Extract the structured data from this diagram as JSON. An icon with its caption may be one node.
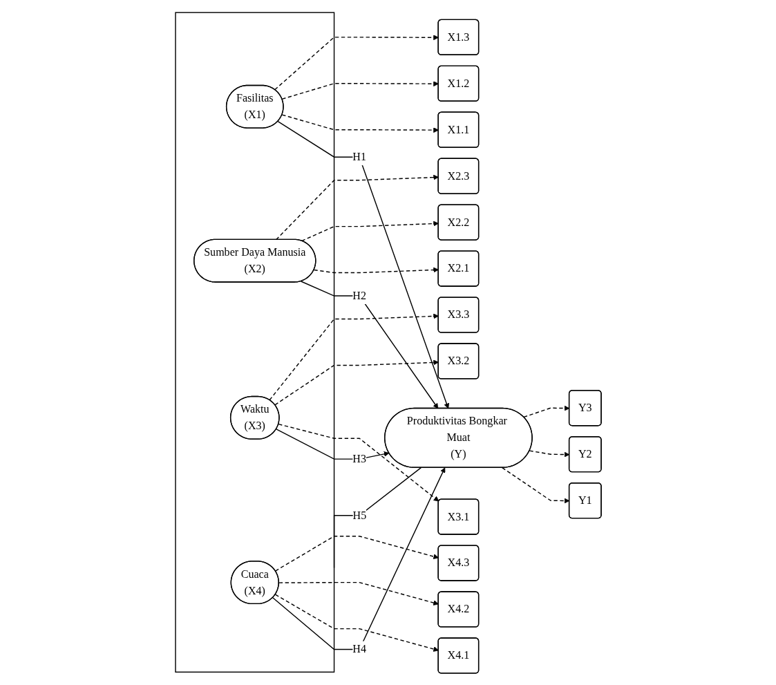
{
  "diagram": {
    "nodes": [
      {
        "text": [],
        "shape": "box"
      },
      {
        "text": [
          "Fasilitas",
          "(X1)"
        ],
        "in": 0
      },
      {
        "text": [
          "Sumber Daya Manusia",
          "(X2)"
        ],
        "in": 0
      },
      {
        "text": [
          "Waktu",
          "(X3)"
        ],
        "in": 0
      },
      {
        "text": [
          "Cuaca",
          "(X4)"
        ],
        "in": 0
      },
      {
        "text": [
          "Produktivitas Bongkar Muat",
          "(Y)"
        ]
      },
      {
        "text": [
          "X1.1"
        ]
      },
      {
        "text": [
          "X1.2"
        ]
      },
      {
        "text": [
          "X1.3"
        ]
      },
      {
        "text": [
          "X2.1"
        ]
      },
      {
        "text": [
          "X2.2"
        ]
      },
      {
        "text": [
          "X2.3"
        ]
      },
      {
        "text": [
          "X3.1"
        ]
      },
      {
        "text": [
          "X3.2"
        ]
      },
      {
        "text": [
          "X3.3"
        ]
      },
      {
        "text": [
          "X4.1"
        ]
      },
      {
        "text": [
          "X4.2"
        ]
      },
      {
        "text": [
          "X4.3"
        ]
      },
      {
        "text": [
          "Y1"
        ]
      },
      {
        "text": [
          "Y2"
        ]
      },
      {
        "text": [
          "Y3"
        ]
      }
    ],
    "edges": [
      {
        "from": 1,
        "to": 5,
        "arrow": "to",
        "label": "H1"
      },
      {
        "from": 2,
        "to": 5,
        "arrow": "to",
        "label": "H2"
      },
      {
        "from": 3,
        "to": 5,
        "arrow": "to",
        "label": "H3"
      },
      {
        "from": 4,
        "to": 5,
        "arrow": "to",
        "label": "H4"
      },
      {
        "from": 0,
        "to": 5,
        "arrow": "none",
        "label": "H5"
      },
      {
        "from": 1,
        "to": 6,
        "arrow": "to",
        "style": "dashed"
      },
      {
        "from": 1,
        "to": 7,
        "arrow": "to",
        "style": "dashed"
      },
      {
        "from": 1,
        "to": 8,
        "arrow": "to",
        "style": "dashed"
      },
      {
        "from": 2,
        "to": 9,
        "arrow": "to",
        "style": "dashed"
      },
      {
        "from": 2,
        "to": 10,
        "arrow": "to",
        "style": "dashed"
      },
      {
        "from": 2,
        "to": 11,
        "arrow": "to",
        "style": "dashed"
      },
      {
        "from": 3,
        "to": 12,
        "arrow": "to",
        "style": "dashed"
      },
      {
        "from": 3,
        "to": 13,
        "arrow": "to",
        "style": "dashed"
      },
      {
        "from": 3,
        "to": 14,
        "arrow": "to",
        "style": "dashed"
      },
      {
        "from": 4,
        "to": 15,
        "arrow": "to",
        "style": "dashed"
      },
      {
        "from": 4,
        "to": 16,
        "arrow": "to",
        "style": "dashed"
      },
      {
        "from": 4,
        "to": 17,
        "arrow": "to",
        "style": "dashed"
      },
      {
        "from": 5,
        "to": 18,
        "arrow": "to",
        "style": "dashed"
      },
      {
        "from": 5,
        "to": 19,
        "arrow": "to",
        "style": "dashed"
      },
      {
        "from": 5,
        "to": 20,
        "arrow": "to",
        "style": "dashed"
      }
    ]
  }
}
